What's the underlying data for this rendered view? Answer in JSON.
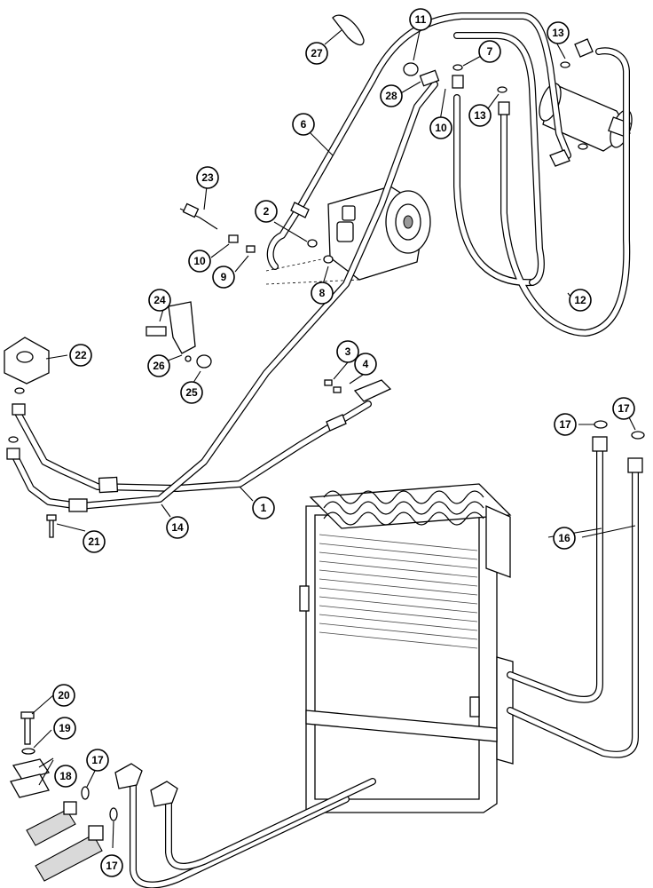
{
  "diagram": {
    "callouts": [
      "1",
      "2",
      "3",
      "4",
      "6",
      "7",
      "8",
      "9",
      "10",
      "10",
      "11",
      "12",
      "13",
      "13",
      "14",
      "16",
      "17",
      "17",
      "17",
      "17",
      "18",
      "19",
      "20",
      "21",
      "22",
      "23",
      "24",
      "25",
      "26",
      "27",
      "28"
    ]
  },
  "parts": {
    "hose": "hose",
    "o_ring": "o-ring",
    "compressor": "compressor",
    "receiver_drier": "receiver-drier",
    "condenser": "condenser",
    "clamp": "clamp"
  }
}
